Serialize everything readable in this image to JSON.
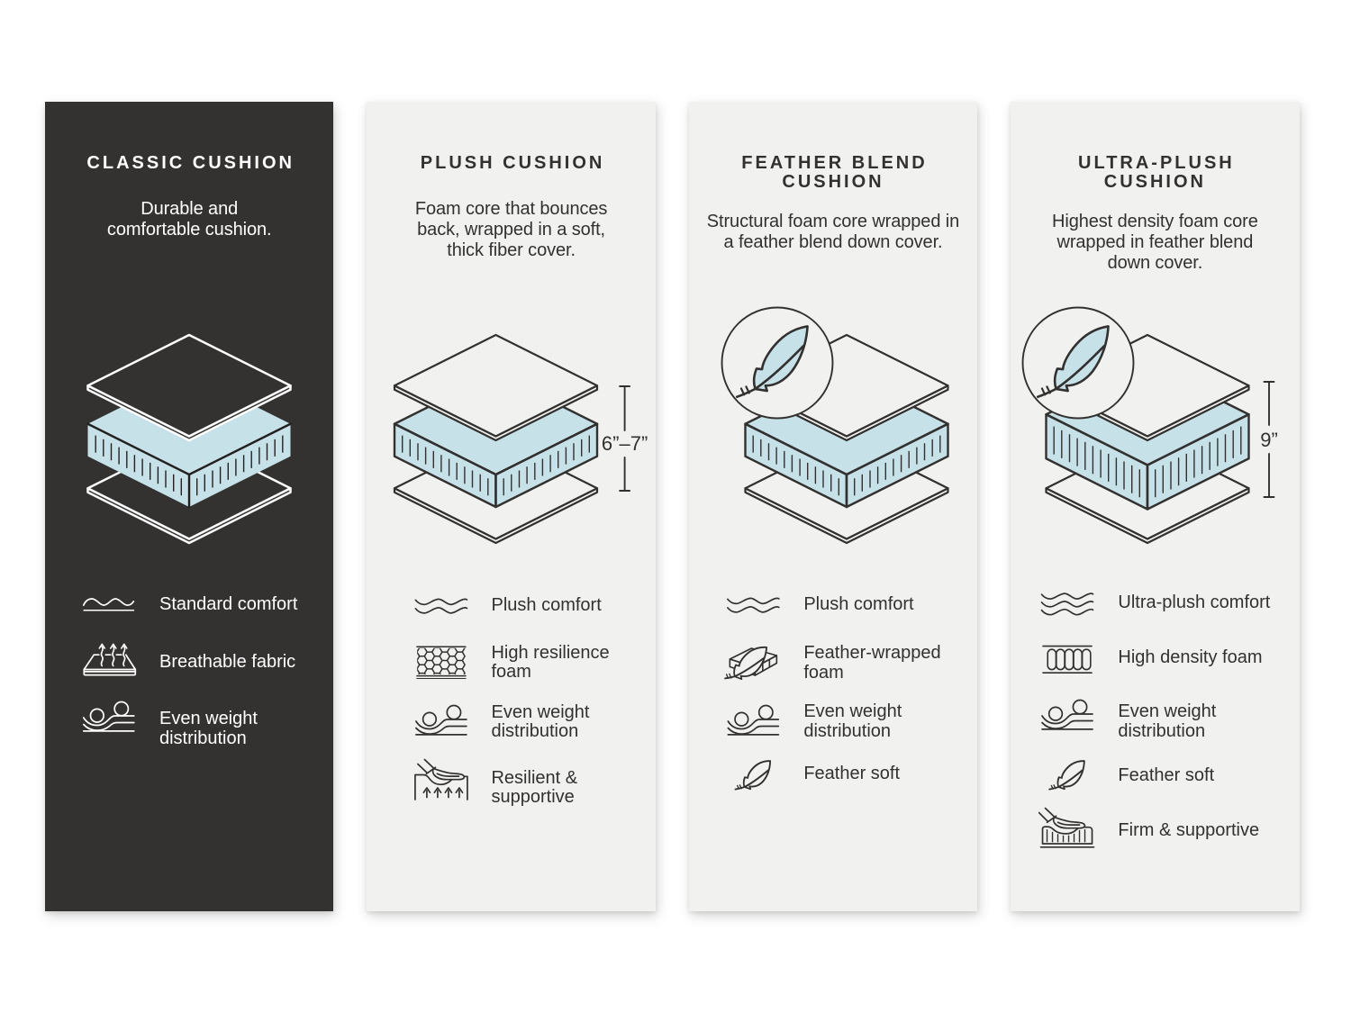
{
  "infographic": {
    "background": "#ffffff",
    "palette": {
      "dark_card": "#343231",
      "light_card": "#f1f1f0",
      "ink": "#333130",
      "foam_blue": "#c7e1e9",
      "white": "#ffffff"
    },
    "cards": [
      {
        "id": "classic-cushion",
        "theme": "dark",
        "title": "CLASSIC CUSHION",
        "subtitle": "Durable and\ncomfortable cushion.",
        "diagram": {
          "kind": "layered-cushion",
          "layer_count": 3,
          "feather_badge": false,
          "height_label": ""
        },
        "features": [
          {
            "icon": "wave-single-icon",
            "label": "Standard comfort"
          },
          {
            "icon": "breathable-fabric-icon",
            "label": "Breathable fabric"
          },
          {
            "icon": "even-weight-icon",
            "label": "Even weight\ndistribution"
          }
        ]
      },
      {
        "id": "plush-cushion",
        "theme": "light",
        "title": "PLUSH CUSHION",
        "subtitle": "Foam core that bounces\nback, wrapped in a soft,\nthick fiber cover.",
        "diagram": {
          "kind": "layered-cushion",
          "layer_count": 3,
          "feather_badge": false,
          "height_label": "6”–7”"
        },
        "features": [
          {
            "icon": "wave-double-icon",
            "label": "Plush comfort"
          },
          {
            "icon": "honeycomb-foam-icon",
            "label": "High resilience\nfoam"
          },
          {
            "icon": "even-weight-icon",
            "label": "Even weight\ndistribution"
          },
          {
            "icon": "resilient-supportive-icon",
            "label": "Resilient &\nsupportive"
          }
        ]
      },
      {
        "id": "feather-blend-cushion",
        "theme": "light",
        "title": "FEATHER BLEND\nCUSHION",
        "subtitle": "Structural foam core wrapped in\na feather blend down cover.",
        "diagram": {
          "kind": "layered-cushion",
          "layer_count": 3,
          "feather_badge": true,
          "height_label": ""
        },
        "features": [
          {
            "icon": "wave-double-icon",
            "label": "Plush comfort"
          },
          {
            "icon": "feather-wrapped-foam-icon",
            "label": "Feather-wrapped\nfoam"
          },
          {
            "icon": "even-weight-icon",
            "label": "Even weight\ndistribution"
          },
          {
            "icon": "feather-icon",
            "label": "Feather soft"
          }
        ]
      },
      {
        "id": "ultra-plush-cushion",
        "theme": "light",
        "title": "ULTRA-PLUSH\nCUSHION",
        "subtitle": "Highest density foam core\nwrapped in feather blend\ndown cover.",
        "diagram": {
          "kind": "layered-cushion",
          "layer_count": 3,
          "feather_badge": true,
          "height_label": "9”"
        },
        "features": [
          {
            "icon": "wave-triple-icon",
            "label": "Ultra-plush comfort"
          },
          {
            "icon": "high-density-foam-icon",
            "label": "High density foam"
          },
          {
            "icon": "even-weight-icon",
            "label": "Even weight\ndistribution"
          },
          {
            "icon": "feather-icon",
            "label": "Feather soft"
          },
          {
            "icon": "firm-supportive-icon",
            "label": "Firm & supportive"
          }
        ]
      }
    ]
  }
}
